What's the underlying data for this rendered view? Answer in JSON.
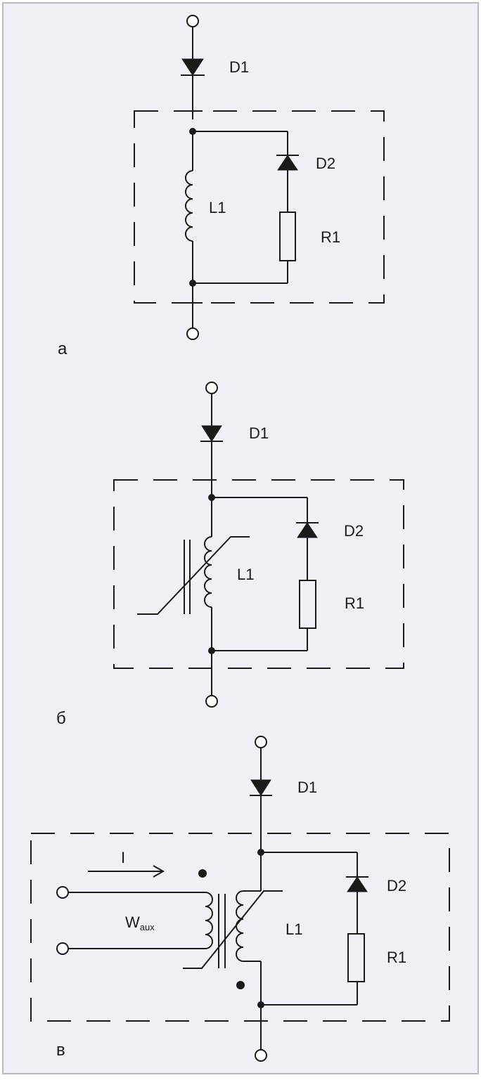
{
  "colors": {
    "background": "#f1f0f6",
    "border": "#b9b9bf",
    "ink": "#1a1a1a"
  },
  "panels": {
    "a": {
      "caption": "а",
      "d1": "D1",
      "d2": "D2",
      "l1": "L1",
      "r1": "R1"
    },
    "b": {
      "caption": "б",
      "d1": "D1",
      "d2": "D2",
      "l1": "L1",
      "r1": "R1"
    },
    "c": {
      "caption": "в",
      "d1": "D1",
      "d2": "D2",
      "l1": "L1",
      "r1": "R1",
      "current": "I",
      "waux_main": "W",
      "waux_sub": "aux"
    }
  }
}
